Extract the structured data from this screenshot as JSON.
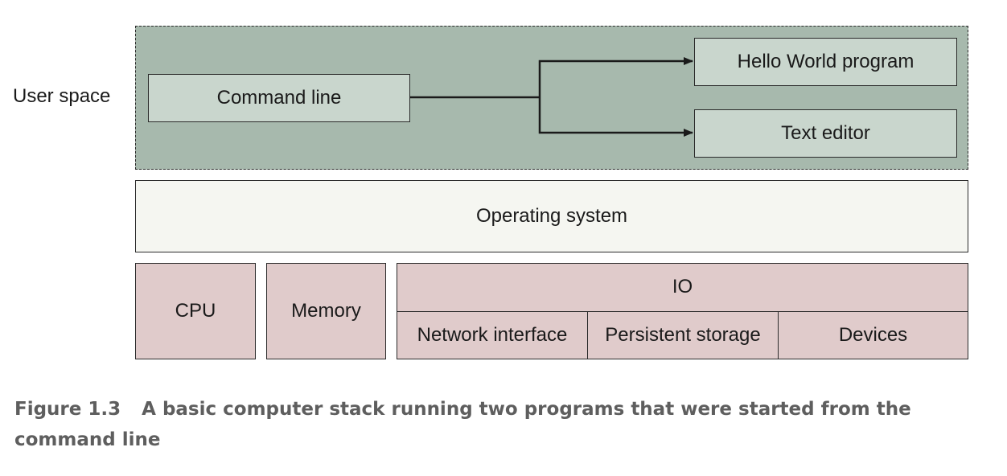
{
  "user_space": {
    "label": "User space",
    "command_line": "Command line",
    "programs": [
      "Hello World program",
      "Text editor"
    ]
  },
  "os": {
    "label": "Operating system"
  },
  "hardware": {
    "cpu": "CPU",
    "memory": "Memory",
    "io": {
      "title": "IO",
      "items": [
        "Network interface",
        "Persistent storage",
        "Devices"
      ]
    }
  },
  "caption": {
    "number": "Figure 1.3",
    "text": "A basic computer stack running two programs that were started from the command line"
  },
  "colors": {
    "user_space_bg": "#a7b9ad",
    "program_box_bg": "#c9d6cd",
    "os_bg": "#f5f6f1",
    "hardware_bg": "#e0cbcb",
    "caption_text": "#5e5e5e"
  }
}
